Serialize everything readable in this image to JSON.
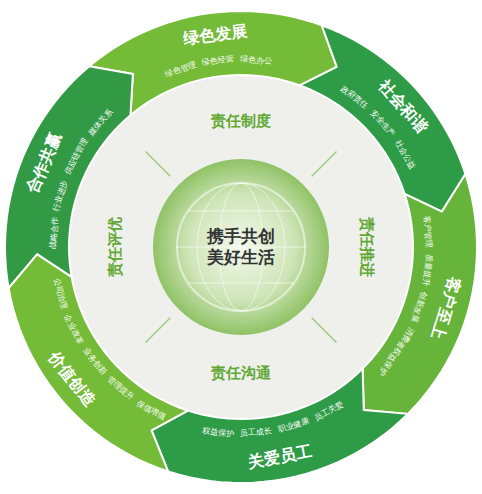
{
  "diagram": {
    "nodes": [
      {
        "text": [
          "责任制度",
          "责任推进",
          "责任沟通",
          "责任评优"
        ]
      },
      {
        "text": [
          "携手共创 美好生活"
        ],
        "in": 0
      },
      {
        "text": [
          "绿色发展",
          "绿色管理",
          "绿色经营",
          "绿色办公"
        ]
      },
      {
        "text": [
          "社会和谐",
          "政府责任",
          "安全生产",
          "社会公益"
        ]
      },
      {
        "text": [
          "客户至上",
          "客户管理",
          "质量提升",
          "创新发展",
          "消费者权益保护"
        ]
      },
      {
        "text": [
          "关爱员工",
          "权益保护",
          "员工成长",
          "职业健康",
          "员工关爱"
        ]
      },
      {
        "text": [
          "价值创造",
          "公司治理",
          "企业改革",
          "业务创新",
          "管理提升",
          "保值增值"
        ]
      },
      {
        "text": [
          "合作共赢",
          "战略合作",
          "行业进步",
          "供应链管理",
          "媒体关系"
        ]
      }
    ]
  }
}
